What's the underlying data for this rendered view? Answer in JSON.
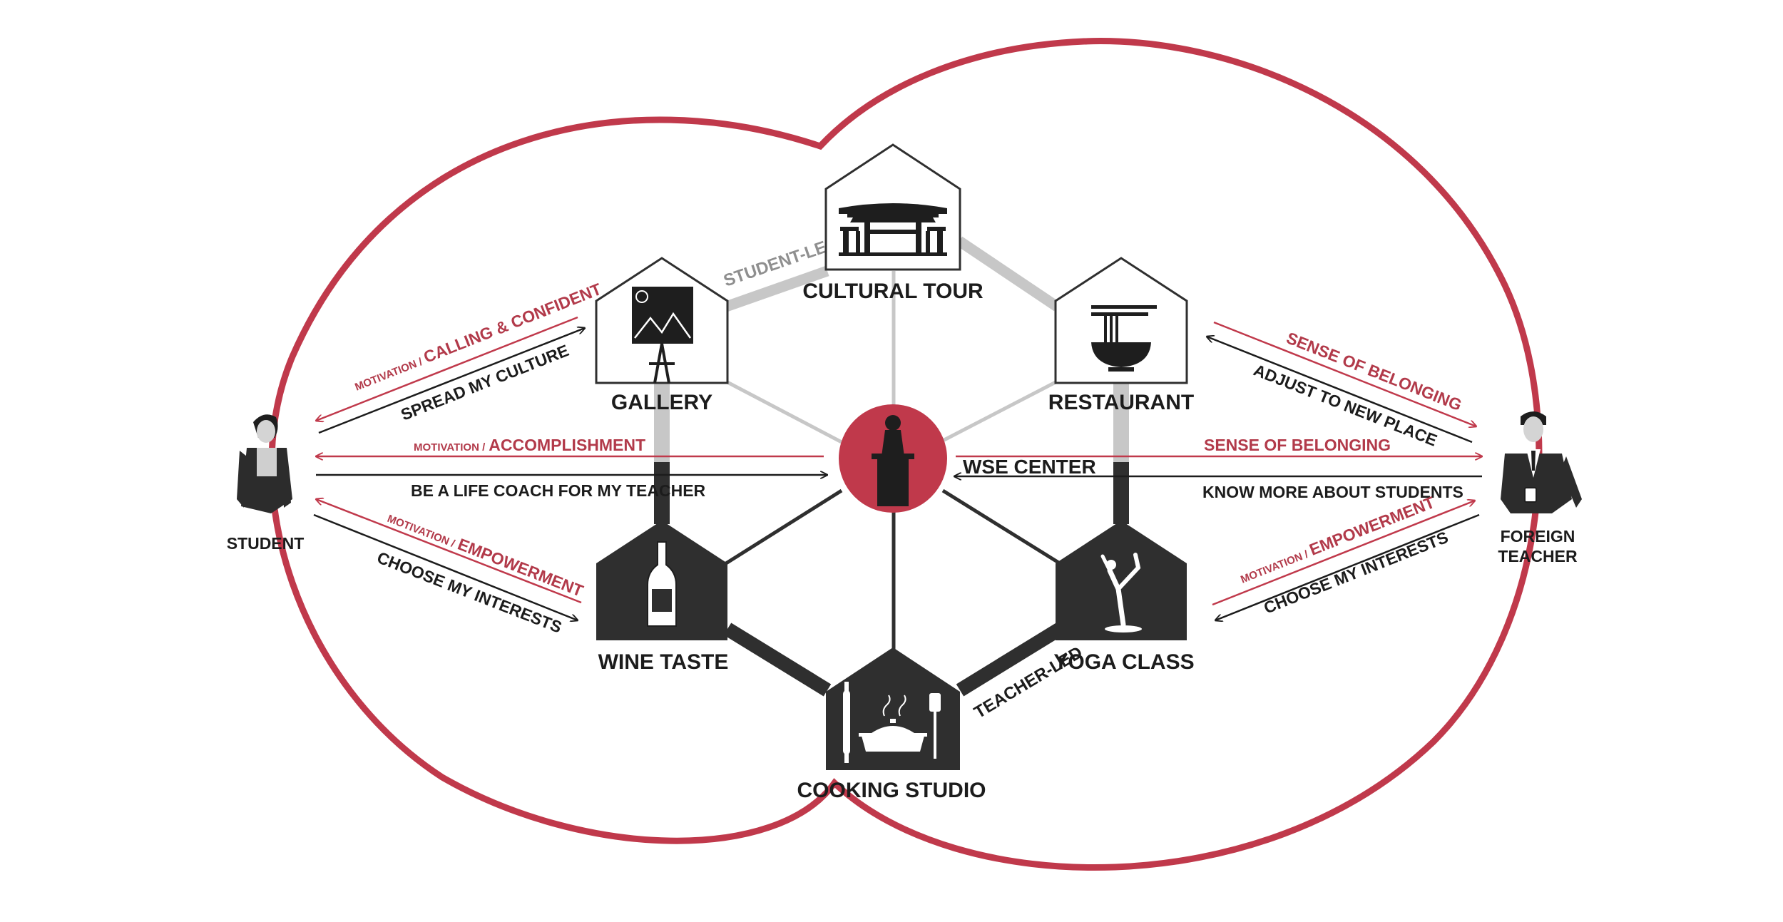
{
  "colors": {
    "accent_red": "#c0394b",
    "text_red": "#b23a4a",
    "dark": "#2f2f2f",
    "student_link_gray": "#c7c7c7",
    "text_gray": "#8f8f8f",
    "background": "#ffffff"
  },
  "center": {
    "label": "WSE CENTER",
    "icon": "speaker-at-podium-icon"
  },
  "nodes": {
    "cultural_tour": {
      "label": "CULTURAL TOUR",
      "icon": "chinese-gate-icon",
      "style": "outlined"
    },
    "gallery": {
      "label": "GALLERY",
      "icon": "painting-easel-icon",
      "style": "outlined"
    },
    "restaurant": {
      "label": "RESTAURANT",
      "icon": "noodle-bowl-icon",
      "style": "outlined"
    },
    "wine_taste": {
      "label": "WINE TASTE",
      "icon": "wine-bottle-icon",
      "style": "filled"
    },
    "cooking_studio": {
      "label": "COOKING STUDIO",
      "icon": "cooking-pot-icon",
      "style": "filled"
    },
    "yoga_class": {
      "label": "YOGA CLASS",
      "icon": "yoga-pose-icon",
      "style": "filled"
    }
  },
  "link_labels": {
    "student_led": "STUDENT-LED",
    "teacher_led": "TEACHER-LED"
  },
  "student": {
    "label": "STUDENT",
    "icon": "student-person-icon",
    "arrows": {
      "top": {
        "motivation_prefix": "MOTIVATION /",
        "motivation": "CALLING & CONFIDENT",
        "action": "SPREAD MY CULTURE"
      },
      "middle": {
        "motivation_prefix": "MOTIVATION /",
        "motivation": "ACCOMPLISHMENT",
        "action": "BE A LIFE COACH FOR MY TEACHER"
      },
      "bottom": {
        "motivation_prefix": "MOTIVATION /",
        "motivation": "EMPOWERMENT",
        "action": "CHOOSE MY INTERESTS"
      }
    }
  },
  "teacher": {
    "label_line1": "FOREIGN",
    "label_line2": "TEACHER",
    "icon": "teacher-person-with-mug-icon",
    "arrows": {
      "top": {
        "motivation": "SENSE OF BELONGING",
        "action": "ADJUST TO NEW PLACE"
      },
      "middle": {
        "motivation": "SENSE OF BELONGING",
        "action": "KNOW MORE ABOUT STUDENTS"
      },
      "bottom": {
        "motivation_prefix": "MOTIVATION /",
        "motivation": "EMPOWERMENT",
        "action": "CHOOSE MY INTERESTS"
      }
    }
  }
}
